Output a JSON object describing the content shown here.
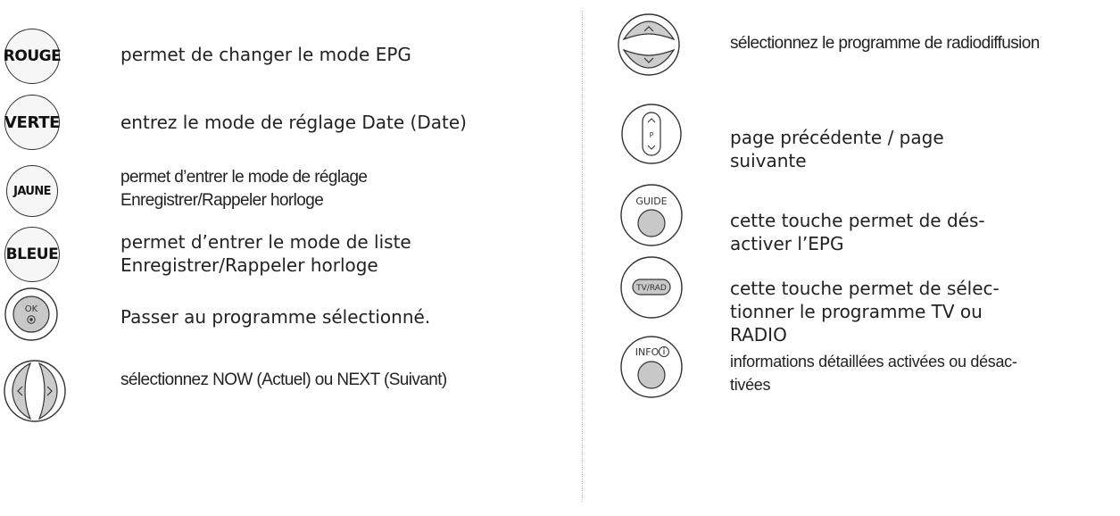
{
  "left_column": {
    "red": {
      "label": "ROUGE",
      "desc": "permet de changer le mode EPG"
    },
    "green": {
      "label": "VERTE",
      "desc": "entrez le mode de réglage Date (Date)"
    },
    "yellow": {
      "label": "JAUNE",
      "desc_lines": [
        "permet d’entrer le mode de réglage",
        "Enregistrer/Rappeler horloge"
      ]
    },
    "blue": {
      "label": "BLEUE",
      "desc_lines": [
        "permet d’entrer le mode de liste",
        "Enregistrer/Rappeler horloge"
      ]
    },
    "ok": {
      "label": "OK",
      "desc": "Passer au programme sélectionné."
    },
    "leftright": {
      "desc": "sélectionnez NOW (Actuel) ou NEXT (Suivant)"
    }
  },
  "right_column": {
    "updown": {
      "desc": "sélectionnez le programme de radiodiffusion"
    },
    "page": {
      "label": "P",
      "desc_lines": [
        "page précédente / page",
        "suivante"
      ]
    },
    "guide": {
      "label": "GUIDE",
      "desc_lines": [
        "cette touche permet de dés-",
        "activer l’EPG"
      ]
    },
    "tvrad": {
      "label": "TV/RAD",
      "desc_lines": [
        "cette touche permet de sélec-",
        "tionner le programme TV ou",
        "RADIO"
      ]
    },
    "info": {
      "label": "INFO",
      "desc_lines": [
        "informations détaillées activées ou désac-",
        "tivées"
      ]
    }
  },
  "icons": {
    "ok": "ok-dot-icon",
    "info": "info-circle-icon",
    "arrows": [
      "chevron-up-icon",
      "chevron-down-icon",
      "chevron-left-icon",
      "chevron-right-icon"
    ]
  }
}
